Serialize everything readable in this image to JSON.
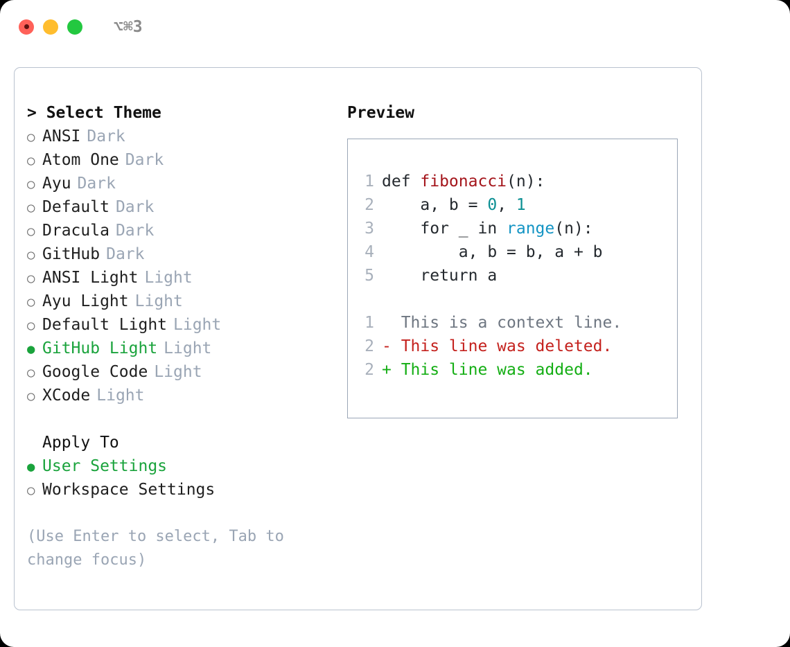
{
  "titlebar": {
    "shortcut": "⌥⌘3",
    "lights": [
      {
        "name": "close",
        "color": "#ff6159"
      },
      {
        "name": "minimize",
        "color": "#ffbd2e"
      },
      {
        "name": "maximize",
        "color": "#23c840"
      }
    ]
  },
  "theme_picker": {
    "heading": "> Select Theme",
    "themes": [
      {
        "bullet": "○",
        "label": "ANSI",
        "tag": "Dark",
        "selected": false
      },
      {
        "bullet": "○",
        "label": "Atom One",
        "tag": "Dark",
        "selected": false
      },
      {
        "bullet": "○",
        "label": "Ayu",
        "tag": "Dark",
        "selected": false
      },
      {
        "bullet": "○",
        "label": "Default",
        "tag": "Dark",
        "selected": false
      },
      {
        "bullet": "○",
        "label": "Dracula",
        "tag": "Dark",
        "selected": false
      },
      {
        "bullet": "○",
        "label": "GitHub",
        "tag": "Dark",
        "selected": false
      },
      {
        "bullet": "○",
        "label": "ANSI Light",
        "tag": "Light",
        "selected": false
      },
      {
        "bullet": "○",
        "label": "Ayu Light",
        "tag": "Light",
        "selected": false
      },
      {
        "bullet": "○",
        "label": "Default Light",
        "tag": "Light",
        "selected": false
      },
      {
        "bullet": "●",
        "label": "GitHub Light",
        "tag": "Light",
        "selected": true
      },
      {
        "bullet": "○",
        "label": "Google Code",
        "tag": "Light",
        "selected": false
      },
      {
        "bullet": "○",
        "label": "XCode",
        "tag": "Light",
        "selected": false
      }
    ]
  },
  "apply_to": {
    "heading": "Apply To",
    "options": [
      {
        "bullet": "●",
        "label": "User Settings",
        "selected": true
      },
      {
        "bullet": "○",
        "label": "Workspace Settings",
        "selected": false
      }
    ]
  },
  "hint": "(Use Enter to select, Tab to change focus)",
  "preview": {
    "heading": "Preview",
    "code_lines": [
      {
        "no": "1",
        "segments": [
          {
            "text": "def ",
            "cls": "code-text"
          },
          {
            "text": "fibonacci",
            "cls": "tok-fn"
          },
          {
            "text": "(n):",
            "cls": "code-text"
          }
        ]
      },
      {
        "no": "2",
        "segments": [
          {
            "text": "    a, b = ",
            "cls": "code-text"
          },
          {
            "text": "0",
            "cls": "tok-num"
          },
          {
            "text": ", ",
            "cls": "code-text"
          },
          {
            "text": "1",
            "cls": "tok-num"
          }
        ]
      },
      {
        "no": "3",
        "segments": [
          {
            "text": "    for _ in ",
            "cls": "code-text"
          },
          {
            "text": "range",
            "cls": "tok-built"
          },
          {
            "text": "(n):",
            "cls": "code-text"
          }
        ]
      },
      {
        "no": "4",
        "segments": [
          {
            "text": "        a, b = b, a + b",
            "cls": "code-text"
          }
        ]
      },
      {
        "no": "5",
        "segments": [
          {
            "text": "    return a",
            "cls": "code-text"
          }
        ]
      }
    ],
    "diff_lines": [
      {
        "no": "1",
        "segments": [
          {
            "text": "  This is a context line.",
            "cls": "diff-ctx"
          }
        ]
      },
      {
        "no": "2",
        "segments": [
          {
            "text": "- This line was deleted.",
            "cls": "diff-del"
          }
        ]
      },
      {
        "no": "2",
        "segments": [
          {
            "text": "+ This line was added.",
            "cls": "diff-add"
          }
        ]
      }
    ]
  },
  "colors": {
    "accent_green": "#1aa33c",
    "muted": "#9aa5b4",
    "panel_border": "#b9c2cf",
    "preview_border": "#9aa6b6",
    "keyword_fn": "#a4151b",
    "number": "#0b8f93",
    "builtin": "#1394c4",
    "diff_delete": "#c4211d",
    "diff_add": "#14ae14"
  }
}
